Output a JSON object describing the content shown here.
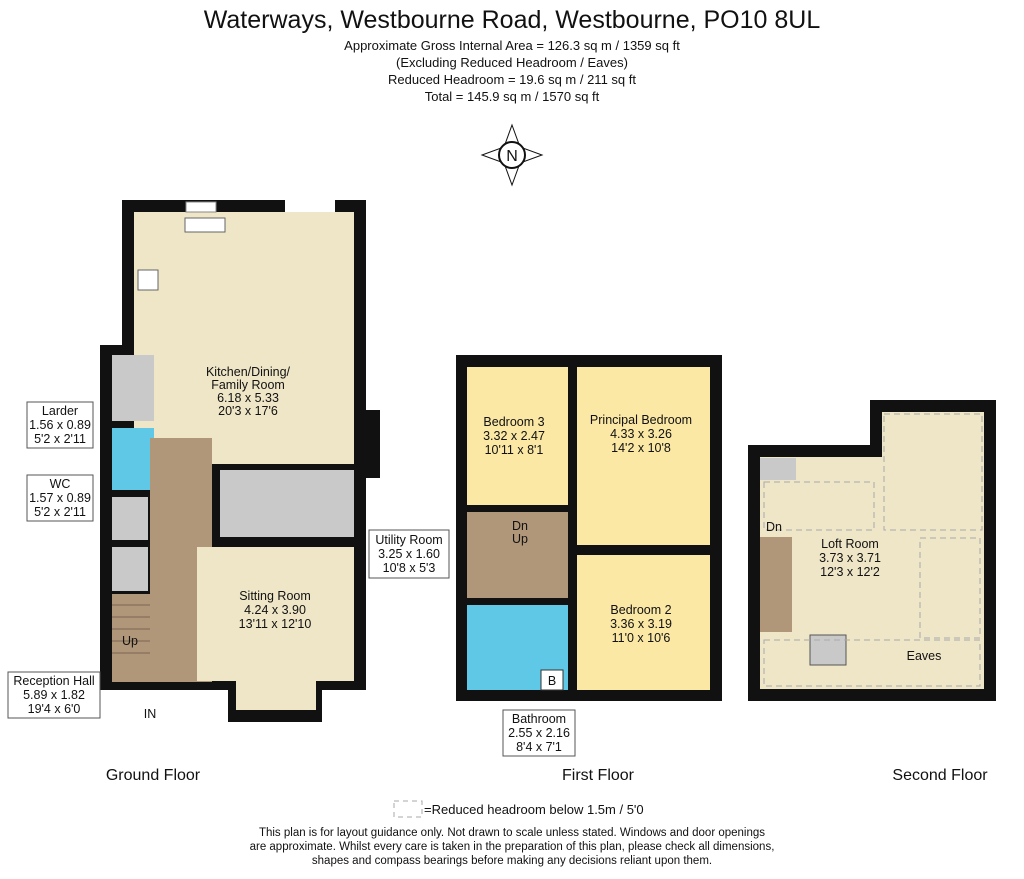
{
  "header": {
    "title": "Waterways, Westbourne Road, Westbourne, PO10 8UL",
    "gross_area": "Approximate Gross Internal Area = 126.3 sq m / 1359 sq ft",
    "excluding": "(Excluding Reduced Headroom / Eaves)",
    "reduced": "Reduced Headroom = 19.6 sq m / 211 sq ft",
    "total": "Total = 145.9 sq m / 1570 sq ft"
  },
  "compass": "N",
  "ground_floor": {
    "label": "Ground Floor",
    "rooms": [
      {
        "name": "Kitchen/Dining/",
        "name2": "Family Room",
        "metric": "6.18 x 5.33",
        "imperial": "20'3 x 17'6"
      },
      {
        "name": "Larder",
        "metric": "1.56 x 0.89",
        "imperial": "5'2 x 2'11"
      },
      {
        "name": "WC",
        "metric": "1.57 x 0.89",
        "imperial": "5'2 x 2'11"
      },
      {
        "name": "Utility Room",
        "metric": "3.25 x 1.60",
        "imperial": "10'8 x 5'3"
      },
      {
        "name": "Sitting Room",
        "metric": "4.24 x 3.90",
        "imperial": "13'11 x 12'10"
      },
      {
        "name": "Reception Hall",
        "metric": "5.89 x 1.82",
        "imperial": "19'4 x 6'0"
      }
    ],
    "stairs": "Up",
    "entrance": "IN"
  },
  "first_floor": {
    "label": "First Floor",
    "rooms": [
      {
        "name": "Bedroom 3",
        "metric": "3.32 x 2.47",
        "imperial": "10'11 x 8'1"
      },
      {
        "name": "Principal Bedroom",
        "metric": "4.33 x 3.26",
        "imperial": "14'2 x 10'8"
      },
      {
        "name": "Bedroom 2",
        "metric": "3.36 x 3.19",
        "imperial": "11'0 x 10'6"
      },
      {
        "name": "Bathroom",
        "metric": "2.55 x 2.16",
        "imperial": "8'4 x 7'1"
      }
    ],
    "stairs_down": "Dn",
    "stairs_up": "Up",
    "boiler": "B"
  },
  "second_floor": {
    "label": "Second Floor",
    "rooms": [
      {
        "name": "Loft Room",
        "metric": "3.73 x 3.71",
        "imperial": "12'3 x 12'2"
      },
      {
        "name": "Eaves"
      }
    ],
    "stairs": "Dn"
  },
  "legend": "=Reduced headroom below 1.5m / 5'0",
  "disclaimer": [
    "This plan is for layout guidance only. Not drawn to scale unless stated. Windows and door openings",
    "are approximate. Whilst every care is taken in the preparation of this plan, please check all dimensions,",
    "shapes and compass bearings before making any decisions reliant upon them."
  ],
  "colors": {
    "wall": "#111111",
    "cream": "#efe6c8",
    "yellow": "#fbe8a5",
    "brown": "#b0977a",
    "grey": "#c9c9c9",
    "blue": "#5fc8e6"
  }
}
